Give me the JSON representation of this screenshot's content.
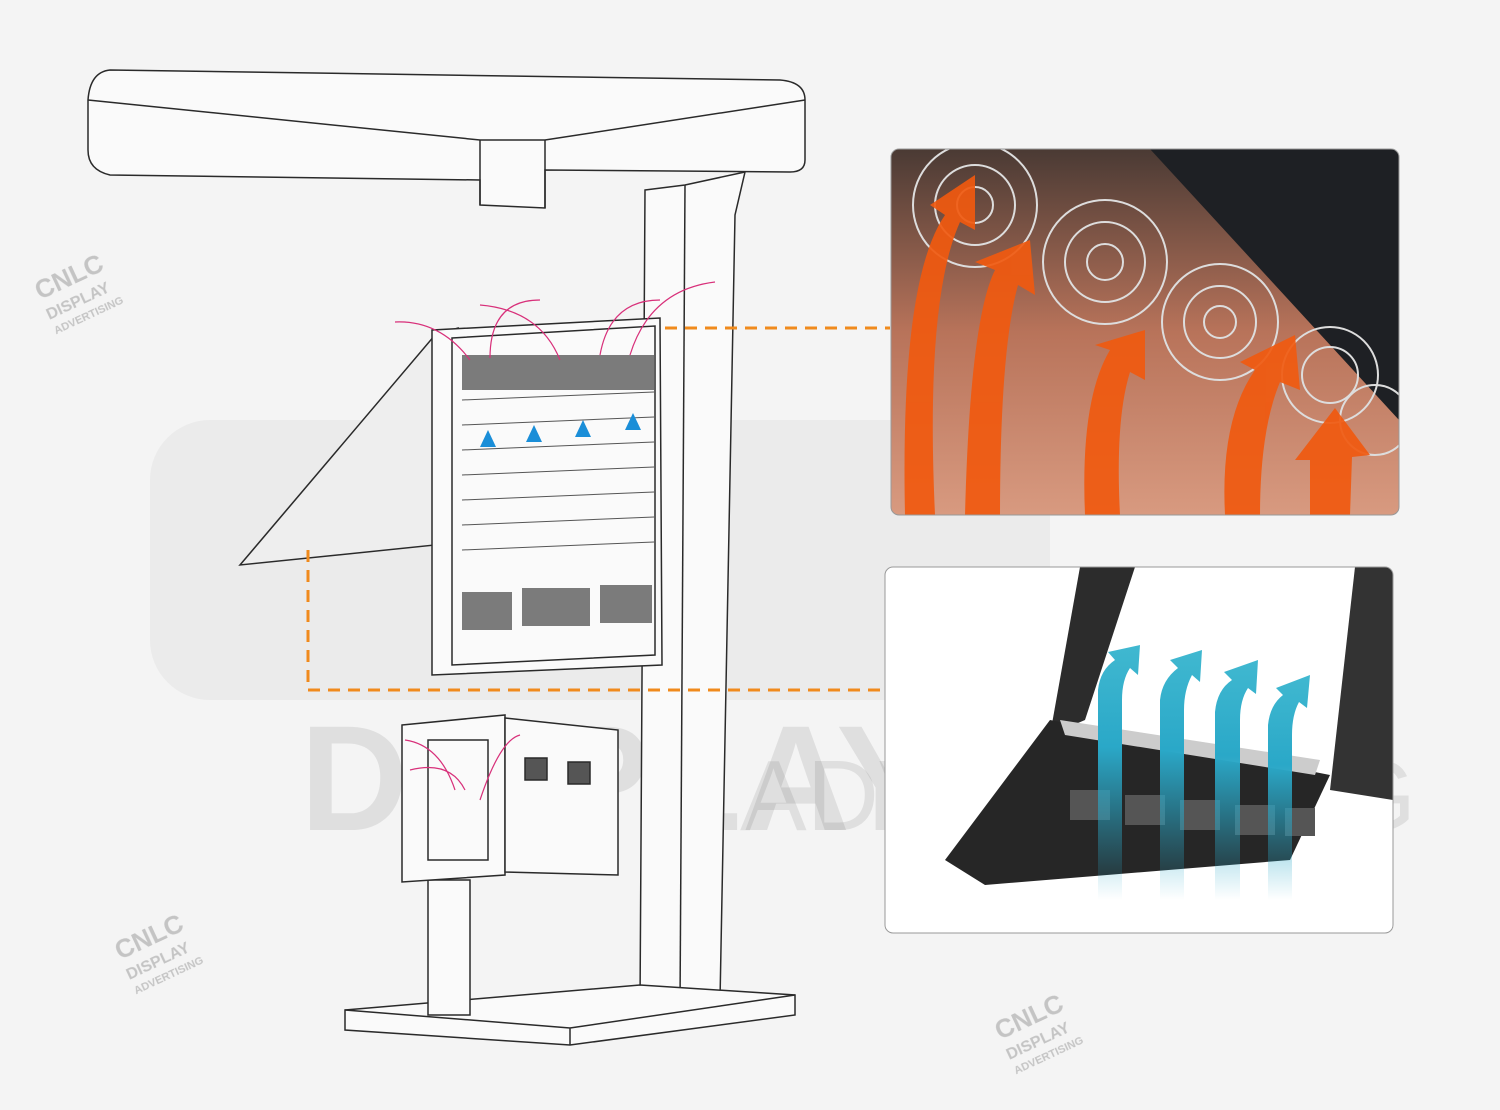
{
  "watermark": {
    "brand": "CNLC",
    "line1": "DISPLAY",
    "line2": "ADVERTISING"
  },
  "colors": {
    "background": "#f4f4f4",
    "line_art": "#2a2a2a",
    "connector": "#f08a1c",
    "hot_air_arrow": "#f05a10",
    "cool_air_arrow": "#2aa8c8",
    "exhaust_arrow": "#d8307a",
    "intake_arrow": "#1a8ed8"
  },
  "insets": [
    {
      "name": "exhaust-fans-photo",
      "arrow_color": "orange",
      "fan_count": 5
    },
    {
      "name": "bottom-intake-fans-photo",
      "arrow_color": "teal",
      "fan_count": 5
    }
  ]
}
